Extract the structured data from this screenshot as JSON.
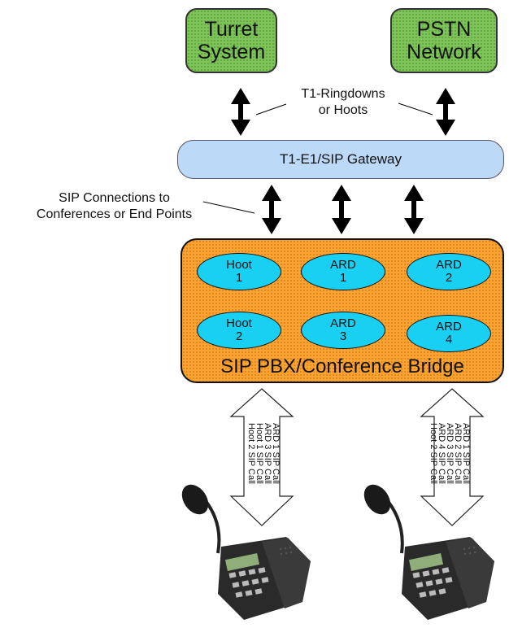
{
  "top_boxes": {
    "turret": "Turret\nSystem",
    "pstn": "PSTN\nNetwork"
  },
  "labels": {
    "t1_ringdowns": "T1-Ringdowns\nor Hoots",
    "sip_connections": "SIP Connections to\nConferences or End Points"
  },
  "gateway": "T1-E1/SIP Gateway",
  "bridge": {
    "label": "SIP PBX/Conference Bridge",
    "ovals": [
      {
        "line1": "Hoot",
        "line2": "1"
      },
      {
        "line1": "ARD",
        "line2": "1"
      },
      {
        "line1": "ARD",
        "line2": "2"
      },
      {
        "line1": "Hoot",
        "line2": "2"
      },
      {
        "line1": "ARD",
        "line2": "3"
      },
      {
        "line1": "ARD",
        "line2": "4"
      }
    ]
  },
  "endpoints": [
    {
      "calls": [
        "ARD 1 SIP Call",
        "ARD 3 SIP Call",
        "Hoot 1 SIP Call",
        "Hoot 2 SIP Call"
      ]
    },
    {
      "calls": [
        "ARD 1 SIP Call",
        "ARD 2 SIP Call",
        "ARD 3 SIP Call",
        "ARD 4 SIP Call",
        "Hoot 2 SIP Call"
      ]
    }
  ],
  "colors": {
    "green": "#7fc35a",
    "gateway_blue": "#bcd9f7",
    "bridge_orange": "#f9a435",
    "oval_cyan": "#1ad0f2"
  }
}
